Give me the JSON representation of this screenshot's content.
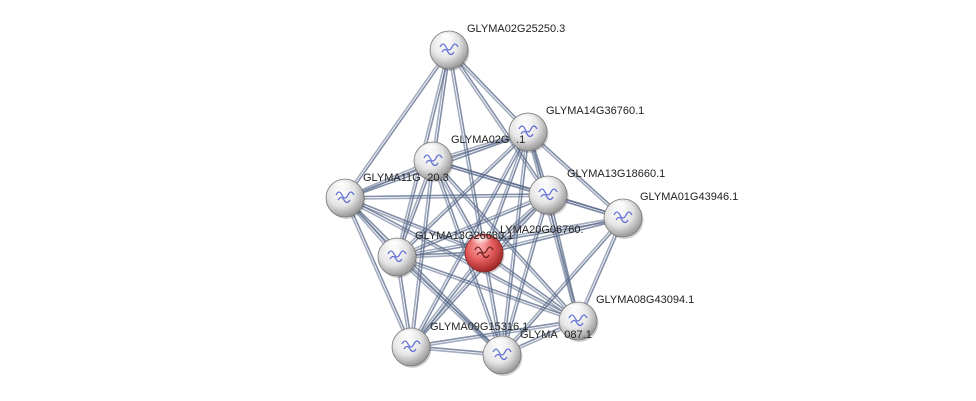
{
  "network": {
    "nodes": [
      {
        "id": "n_02G25250",
        "label": "GLYMA02G25250.3",
        "color": "#e8e8e8",
        "query": false
      },
      {
        "id": "n_14G36760",
        "label": "GLYMA14G36760.1",
        "color": "#e8e8e8",
        "query": false
      },
      {
        "id": "n_02G",
        "label": "GLYMA02G",
        "label_tail": ".1",
        "color": "#e8e8e8",
        "query": false
      },
      {
        "id": "n_11G",
        "label": "GLYMA11G",
        "label_tail": "20.3",
        "color": "#e8e8e8",
        "query": false
      },
      {
        "id": "n_13G18660",
        "label": "GLYMA13G18660.1",
        "color": "#e8e8e8",
        "query": false
      },
      {
        "id": "n_01G43946",
        "label": "GLYMA01G43946.1",
        "color": "#e8e8e8",
        "query": false
      },
      {
        "id": "n_13G26680",
        "label": "GLYMA13G26680.1",
        "color": "#e8e8e8",
        "query": false
      },
      {
        "id": "n_20G06760",
        "label": "GLYMA20G06760.",
        "label_head": "LYMA20G06760.",
        "color": "#e05050",
        "query": true
      },
      {
        "id": "n_08G43094",
        "label": "GLYMA08G43094.1",
        "color": "#e8e8e8",
        "query": false
      },
      {
        "id": "n_09G15316",
        "label": "GLYMA09G15316.1",
        "color": "#e8e8e8",
        "query": false
      },
      {
        "id": "n_087",
        "label": "GLYMA",
        "label_tail": "087.1",
        "color": "#e8e8e8",
        "query": false
      }
    ],
    "edges": [
      [
        "n_02G25250",
        "n_14G36760"
      ],
      [
        "n_02G25250",
        "n_02G"
      ],
      [
        "n_02G25250",
        "n_11G"
      ],
      [
        "n_02G25250",
        "n_13G18660"
      ],
      [
        "n_02G25250",
        "n_20G06760"
      ],
      [
        "n_02G25250",
        "n_13G26680"
      ],
      [
        "n_14G36760",
        "n_02G"
      ],
      [
        "n_14G36760",
        "n_11G"
      ],
      [
        "n_14G36760",
        "n_13G18660"
      ],
      [
        "n_14G36760",
        "n_01G43946"
      ],
      [
        "n_14G36760",
        "n_20G06760"
      ],
      [
        "n_14G36760",
        "n_13G26680"
      ],
      [
        "n_14G36760",
        "n_087"
      ],
      [
        "n_14G36760",
        "n_09G15316"
      ],
      [
        "n_14G36760",
        "n_08G43094"
      ],
      [
        "n_02G",
        "n_11G"
      ],
      [
        "n_02G",
        "n_13G18660"
      ],
      [
        "n_02G",
        "n_01G43946"
      ],
      [
        "n_02G",
        "n_20G06760"
      ],
      [
        "n_02G",
        "n_13G26680"
      ],
      [
        "n_02G",
        "n_09G15316"
      ],
      [
        "n_02G",
        "n_087"
      ],
      [
        "n_02G",
        "n_08G43094"
      ],
      [
        "n_11G",
        "n_13G18660"
      ],
      [
        "n_11G",
        "n_20G06760"
      ],
      [
        "n_11G",
        "n_13G26680"
      ],
      [
        "n_11G",
        "n_09G15316"
      ],
      [
        "n_11G",
        "n_087"
      ],
      [
        "n_11G",
        "n_08G43094"
      ],
      [
        "n_13G18660",
        "n_01G43946"
      ],
      [
        "n_13G18660",
        "n_20G06760"
      ],
      [
        "n_13G18660",
        "n_13G26680"
      ],
      [
        "n_13G18660",
        "n_08G43094"
      ],
      [
        "n_13G18660",
        "n_087"
      ],
      [
        "n_13G18660",
        "n_09G15316"
      ],
      [
        "n_01G43946",
        "n_20G06760"
      ],
      [
        "n_01G43946",
        "n_08G43094"
      ],
      [
        "n_01G43946",
        "n_13G26680"
      ],
      [
        "n_01G43946",
        "n_087"
      ],
      [
        "n_13G26680",
        "n_20G06760"
      ],
      [
        "n_13G26680",
        "n_09G15316"
      ],
      [
        "n_13G26680",
        "n_087"
      ],
      [
        "n_13G26680",
        "n_08G43094"
      ],
      [
        "n_20G06760",
        "n_08G43094"
      ],
      [
        "n_20G06760",
        "n_09G15316"
      ],
      [
        "n_20G06760",
        "n_087"
      ],
      [
        "n_09G15316",
        "n_087"
      ],
      [
        "n_09G15316",
        "n_08G43094"
      ],
      [
        "n_087",
        "n_08G43094"
      ]
    ],
    "edge_color": "#5a6a8a"
  }
}
